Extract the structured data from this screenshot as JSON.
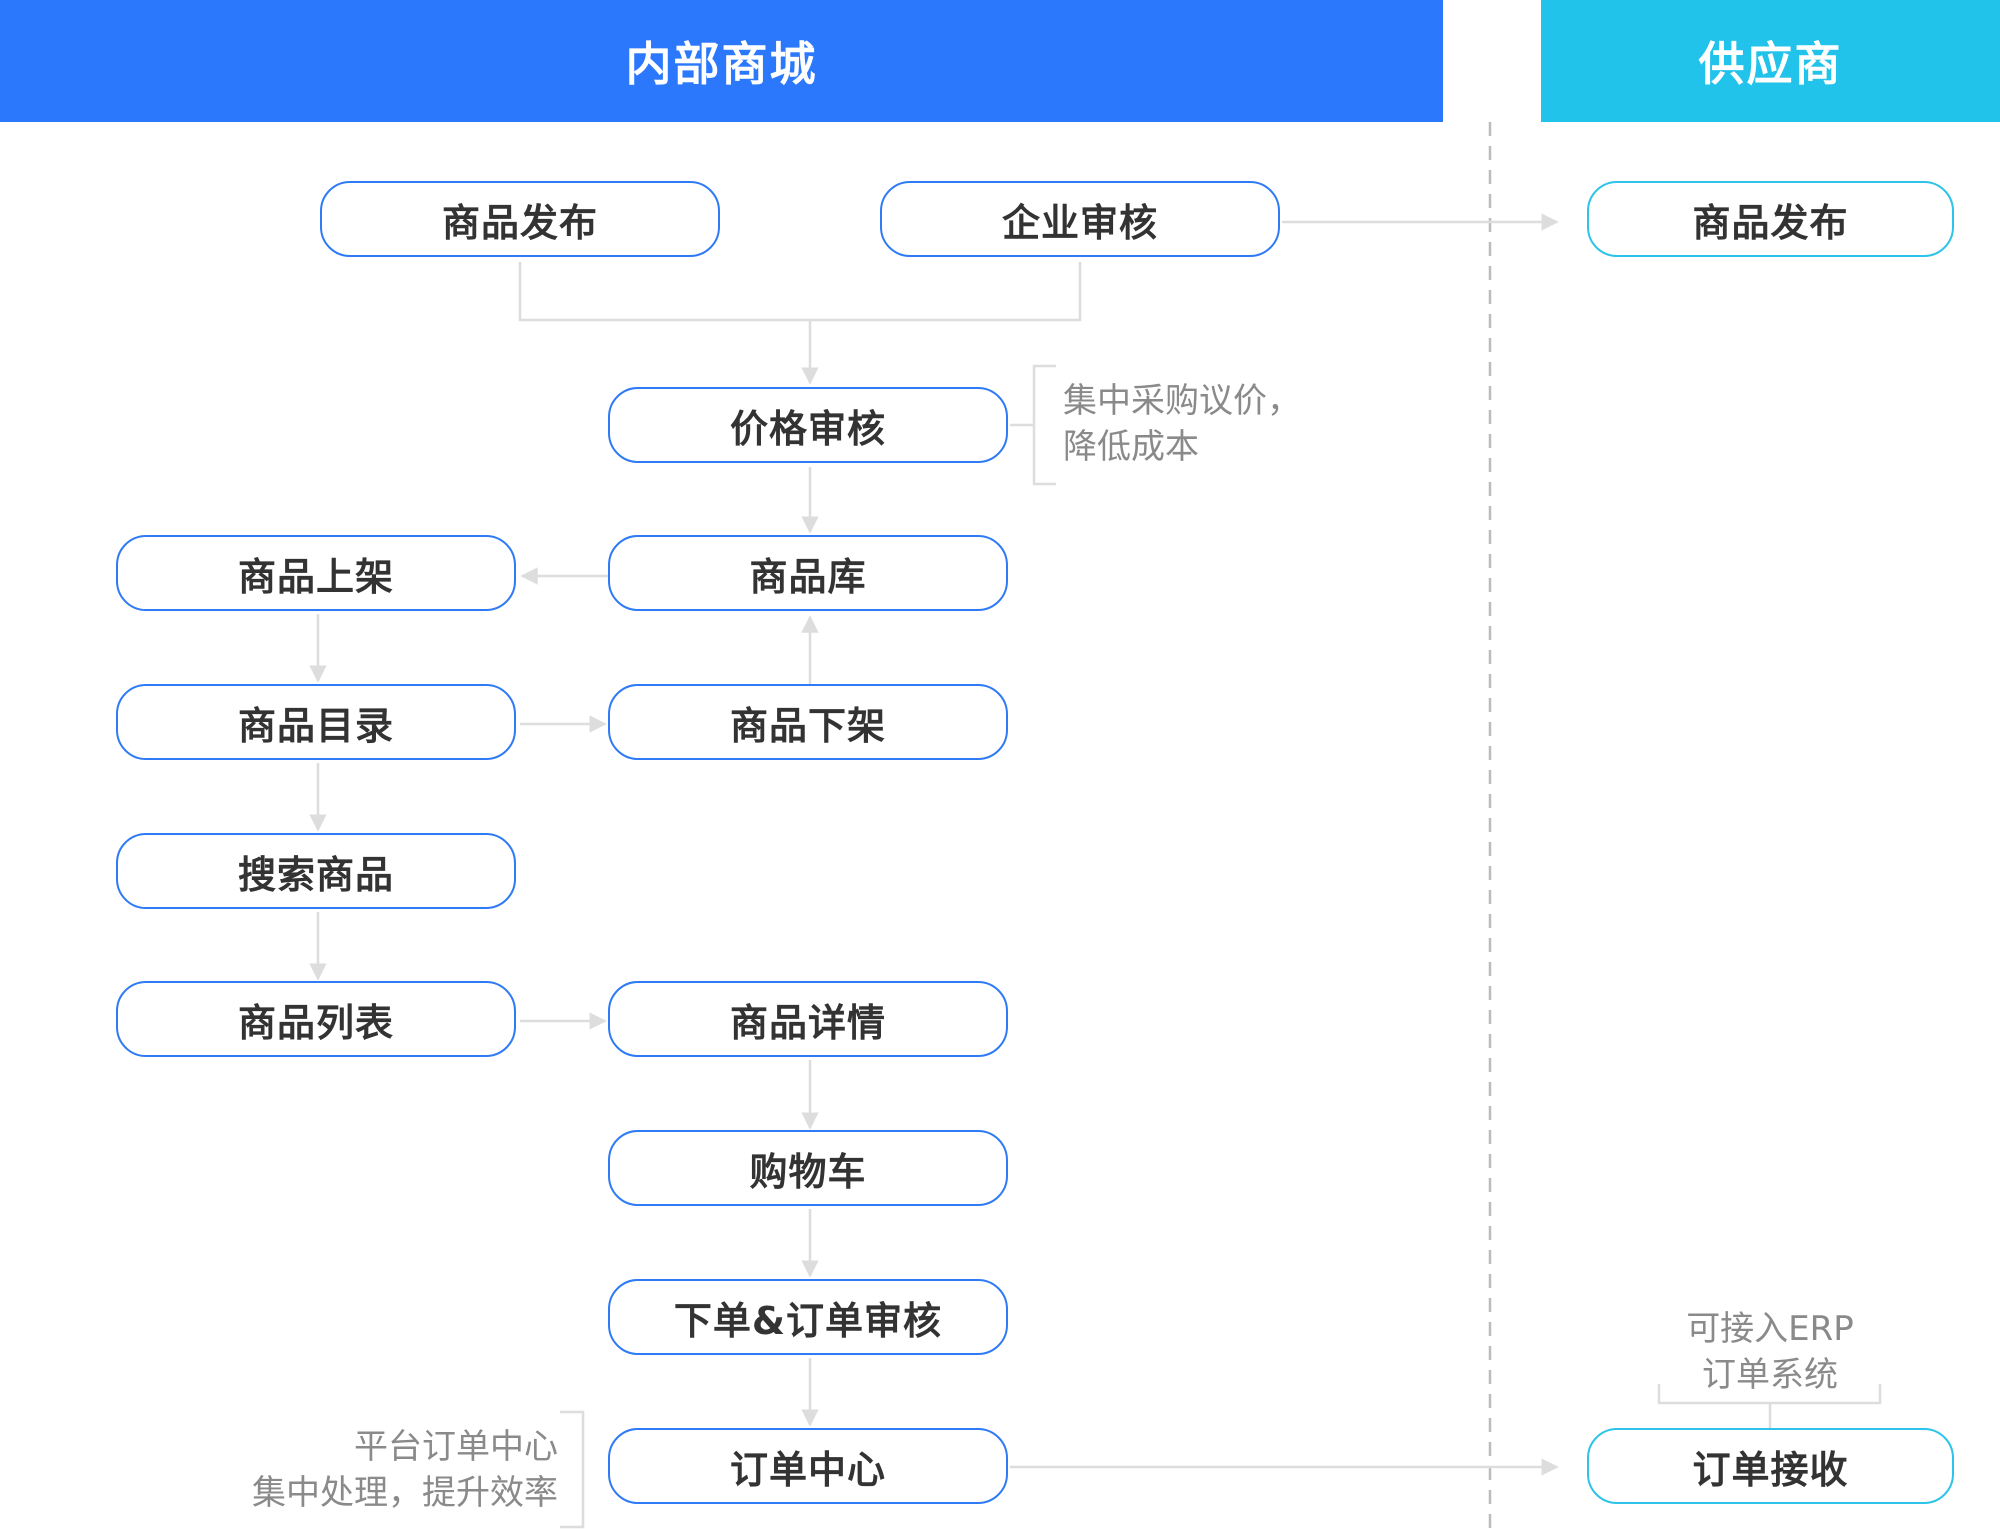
{
  "lanes": {
    "internal": "内部商城",
    "supplier": "供应商"
  },
  "nodes": {
    "publish": "商品发布",
    "audit": "企业审核",
    "price_review": "价格审核",
    "library": "商品库",
    "shelve": "商品上架",
    "catalog": "商品目录",
    "unshelve": "商品下架",
    "search": "搜索商品",
    "list": "商品列表",
    "detail": "商品详情",
    "cart": "购物车",
    "order": "下单&订单审核",
    "order_center": "订单中心",
    "supplier_publish": "商品发布",
    "order_receive": "订单接收"
  },
  "notes": {
    "price_line1": "集中采购议价，",
    "price_line2": "降低成本",
    "center_line1": "平台订单中心",
    "center_line2": "集中处理，提升效率",
    "erp_line1": "可接入ERP",
    "erp_line2": "订单系统"
  },
  "colors": {
    "internal": "#2b78fd",
    "supplier": "#22c3ea",
    "node_border": "#2f7bf5",
    "connector": "#dddddd"
  }
}
